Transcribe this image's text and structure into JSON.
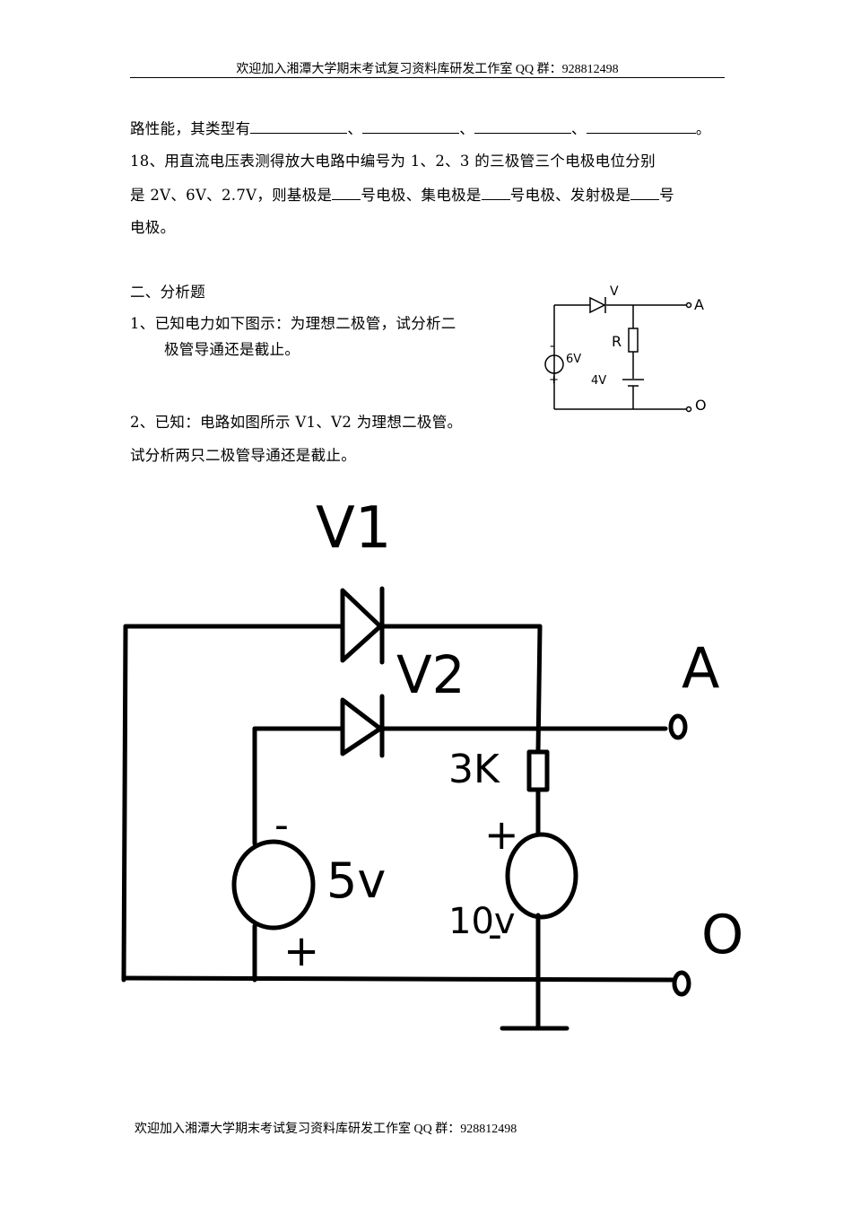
{
  "header": "欢迎加入湘潭大学期末考试复习资料库研发工作室 QQ 群：928812498",
  "footer": "欢迎加入湘潭大学期末考试复习资料库研发工作室 QQ 群：928812498",
  "q17_tail": {
    "text": "路性能，其类型有",
    "sep": "、",
    "end": "。"
  },
  "q18": {
    "line1": "18、用直流电压表测得放大电路中编号为 1、2、3 的三极管三个电极电位分别",
    "line2_a": "是 2V、6V、2.7V，则基极是",
    "line2_b": "号电极、集电极是",
    "line2_c": "号电极、发射极是",
    "line2_d": "号",
    "line3": "电极。"
  },
  "section2": {
    "title": "二、分析题",
    "p1_line1": "1、已知电力如下图示：为理想二极管，试分析二",
    "p1_line2": "极管导通还是截止。",
    "p2_line1": "2、已知：电路如图所示 V1、V2 为理想二极管。",
    "p2_line2": "试分析两只二极管导通还是截止。"
  },
  "circuit1": {
    "diode": "V",
    "resistor": "R",
    "source": "6V",
    "battery": "4V",
    "terminal_a": "A",
    "terminal_o": "O",
    "minus": "-",
    "plus": "+"
  },
  "circuit2": {
    "v1": "V1",
    "v2": "V2",
    "resistor": "3K",
    "source_left": "5v",
    "source_right": "10v",
    "terminal_a": "A",
    "terminal_o": "O",
    "minus": "-",
    "plus": "+"
  }
}
